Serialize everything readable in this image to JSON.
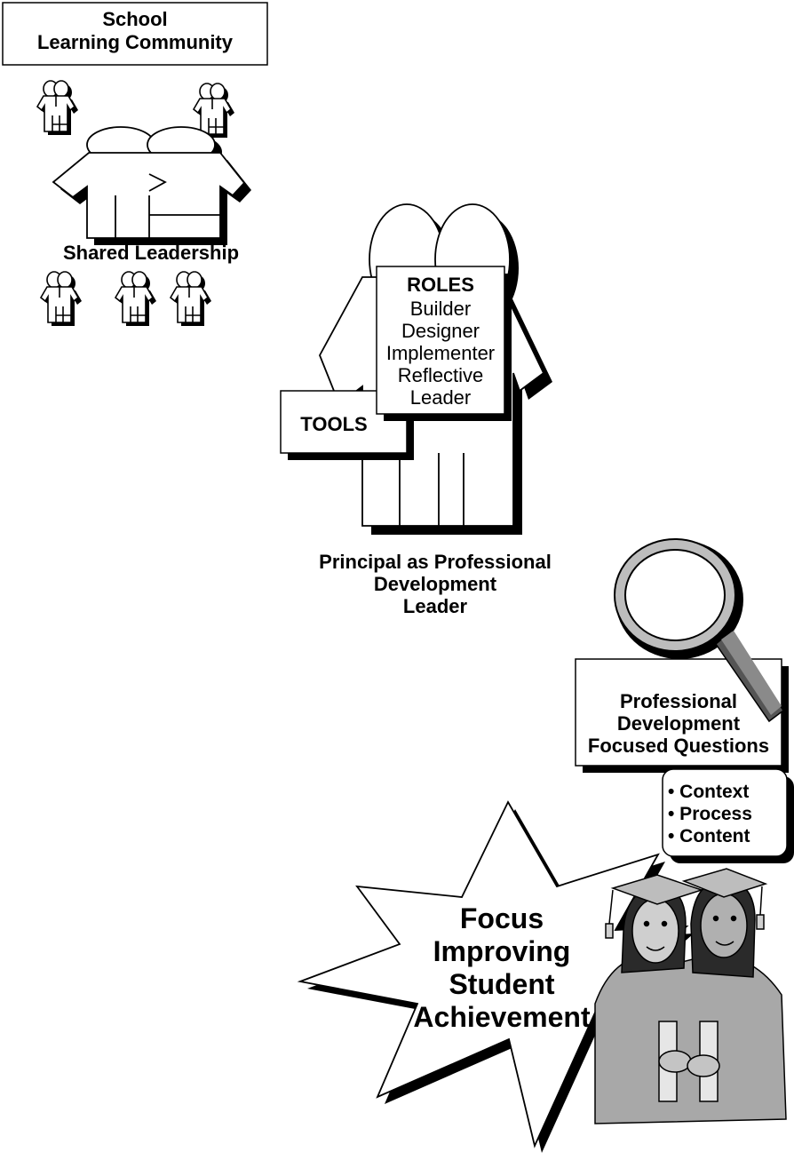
{
  "community": {
    "title_line1": "School",
    "title_line2": "Learning Community",
    "caption": "Shared Leadership"
  },
  "principal": {
    "roles_heading": "ROLES",
    "roles": [
      "Builder",
      "Designer",
      "Implementer",
      "Reflective",
      "Leader"
    ],
    "tools_label": "TOOLS",
    "caption_line1": "Principal as Professional",
    "caption_line2": "Development",
    "caption_line3": "Leader"
  },
  "questions": {
    "line1": "Professional",
    "line2": "Development",
    "line3": "Focused Questions",
    "bullets": [
      "• Context",
      "• Process",
      "• Content"
    ]
  },
  "focus": {
    "line1": "Focus",
    "line2": "Improving",
    "line3": "Student",
    "line4": "Achievement"
  },
  "icons": [
    "people-group-icon",
    "magnifying-glass-icon",
    "graduates-icon",
    "starburst-icon"
  ]
}
